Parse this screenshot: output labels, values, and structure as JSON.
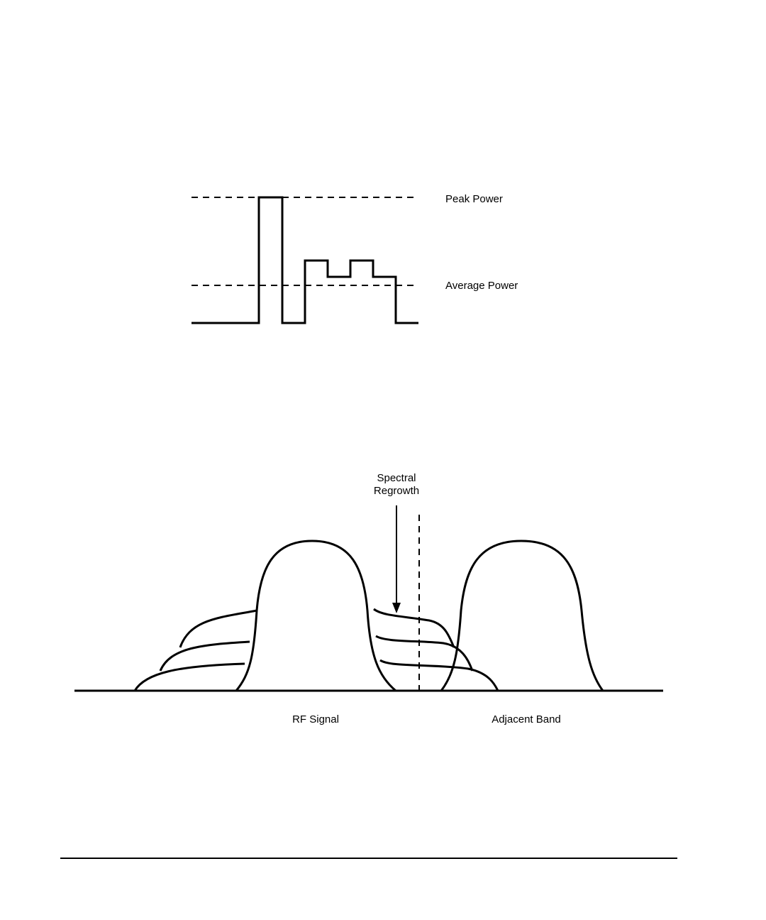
{
  "power_diagram": {
    "peak_label": "Peak Power",
    "average_label": "Average Power"
  },
  "spectrum_diagram": {
    "regrowth_label_line1": "Spectral",
    "regrowth_label_line2": "Regrowth",
    "rf_signal_label": "RF Signal",
    "adjacent_band_label": "Adjacent Band"
  },
  "colors": {
    "stroke": "#000000",
    "background": "#ffffff"
  }
}
